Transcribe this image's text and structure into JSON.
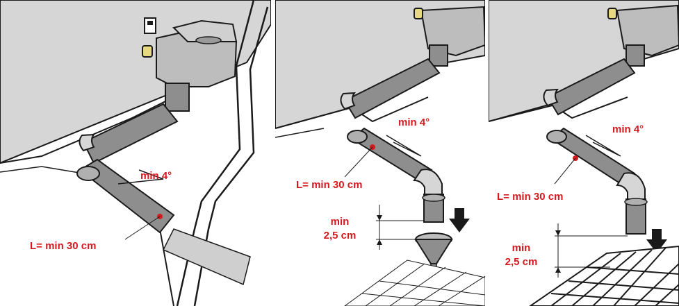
{
  "colors": {
    "label": "#d51a1f",
    "wall": "#d6d6d6",
    "pipe": "#8e8e8e",
    "outline": "#1a1a1a"
  },
  "panels": [
    {
      "slope_label": "min 4°",
      "length_label": "L= min 30 cm"
    },
    {
      "slope_label": "min 4°",
      "length_label": "L= min 30 cm",
      "gap_label_line1": "min",
      "gap_label_line2": "2,5 cm"
    },
    {
      "slope_label": "min 4°",
      "length_label": "L= min 30 cm",
      "gap_label_line1": "min",
      "gap_label_line2": "2,5 cm"
    }
  ]
}
